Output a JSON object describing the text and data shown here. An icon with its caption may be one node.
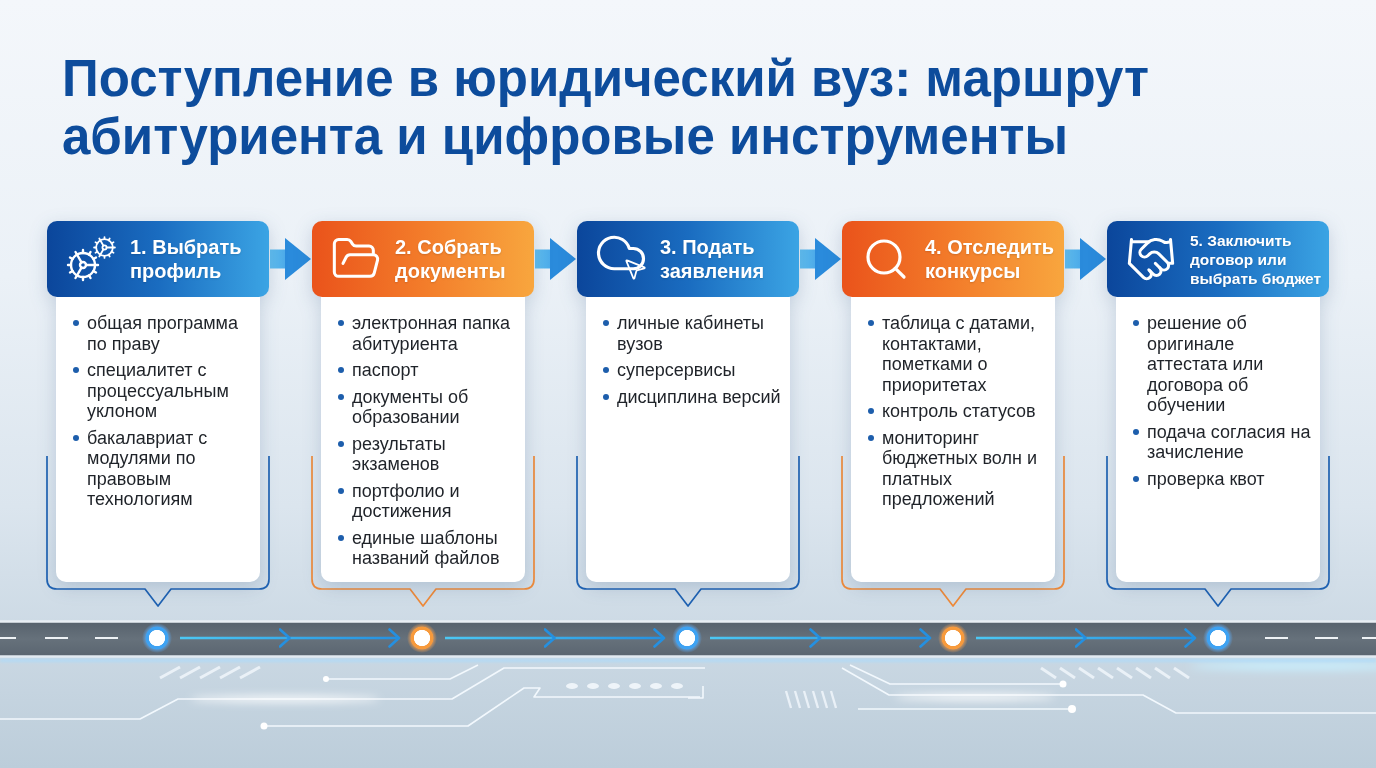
{
  "diagram": {
    "title": "Поступление в юридический вуз: маршрут абитуриента и цифровые инструменты",
    "nodes": [
      {
        "text": [
          "1. Выбрать профиль",
          "общая программа по праву",
          "специалитет с процессуальным уклоном",
          "бакалавриат с модулями по правовым технологиям"
        ]
      },
      {
        "text": [
          "2. Собрать документы",
          "электронная папка абитуриента",
          "паспорт",
          "документы об образовании",
          "результаты экзаменов",
          "портфолио и достижения",
          "единые шаблоны названий файлов"
        ]
      },
      {
        "text": [
          "3. Подать заявления",
          "личные кабинеты вузов",
          "суперсервисы",
          "дисциплина версий"
        ]
      },
      {
        "text": [
          "4. Отследить конкурсы",
          "таблица с датами, контактами, пометками о приоритетах",
          "контроль статусов",
          "мониторинг бюджетных волн и платных предложений"
        ]
      },
      {
        "text": [
          "5. Заключить договор или выбрать бюджет",
          "решение об оригинале аттестата или договора об обучении",
          "подача согласия на зачисление",
          "проверка квот"
        ]
      },
      {
        "text": [],
        "shape": "circle"
      },
      {
        "text": [],
        "shape": "circle"
      },
      {
        "text": [],
        "shape": "circle"
      },
      {
        "text": [],
        "shape": "circle"
      },
      {
        "text": [],
        "shape": "circle"
      }
    ],
    "edges": [
      {
        "from": 0,
        "to": 1,
        "arrow": "to",
        "style": "thick"
      },
      {
        "from": 1,
        "to": 2,
        "arrow": "to",
        "style": "thick"
      },
      {
        "from": 2,
        "to": 3,
        "arrow": "to",
        "style": "thick"
      },
      {
        "from": 3,
        "to": 4,
        "arrow": "to",
        "style": "thick"
      },
      {
        "from": 5,
        "to": 6,
        "arrow": "to"
      },
      {
        "from": 6,
        "to": 7,
        "arrow": "to"
      },
      {
        "from": 7,
        "to": 8,
        "arrow": "to"
      },
      {
        "from": 8,
        "to": 9,
        "arrow": "to"
      }
    ]
  }
}
